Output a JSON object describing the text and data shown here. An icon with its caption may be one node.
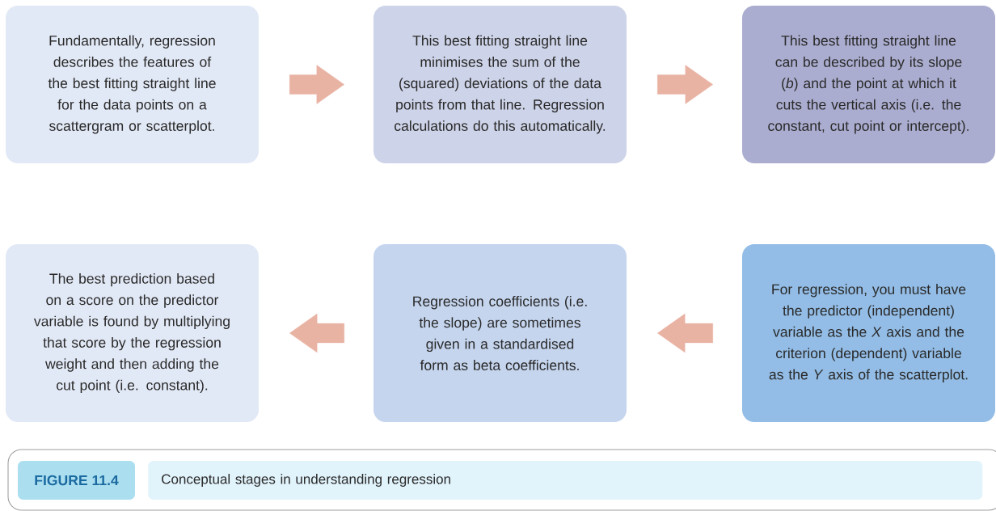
{
  "diagram": {
    "caption": "Conceptual stages in understanding regression",
    "nodes": [
      {
        "text": [
          "Fundamentally, regression describes the features of the best fitting straight line for the data points on a scattergram or scatterplot."
        ]
      },
      {
        "text": [
          "This best fitting straight line minimises the sum of the (squared) deviations of the data points from that line. Regression calculations do this automatically."
        ]
      },
      {
        "text": [
          "This best fitting straight line can be described by its slope (*b*) and the point at which it cuts the vertical axis (i.e. the constant, cut point or intercept)."
        ]
      },
      {
        "text": [
          "The best prediction based on a score on the predictor variable is found by multiplying that score by the regression weight and then adding the cut point (i.e. constant)."
        ]
      },
      {
        "text": [
          "Regression coefficients (i.e. the slope) are sometimes given in a standardised form as beta coefficients."
        ]
      },
      {
        "text": [
          "For regression, you must have the predictor (independent) variable as the *X* axis and the criterion (dependent) variable as the *Y* axis of the scatterplot."
        ]
      }
    ],
    "edges": [
      {
        "from": 0,
        "to": 1,
        "arrow": "to"
      },
      {
        "from": 1,
        "to": 2,
        "arrow": "to"
      },
      {
        "from": 5,
        "to": 4,
        "arrow": "to"
      },
      {
        "from": 4,
        "to": 3,
        "arrow": "to"
      }
    ],
    "labels": [
      "FIGURE 11.4"
    ]
  }
}
